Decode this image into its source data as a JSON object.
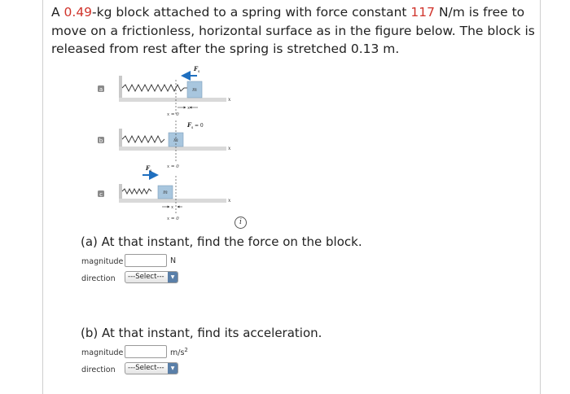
{
  "problem": {
    "t1": "A ",
    "mass": "0.49",
    "t2": "-kg block attached to a spring with force constant ",
    "k": "117",
    "t3": " N/m is free to move on a frictionless, horizontal surface as in the figure below. The block is released from rest after the spring is stretched 0.13 m."
  },
  "figure": {
    "panel_a": "a",
    "panel_b": "b",
    "panel_c": "c",
    "block_label": "m",
    "x_axis": "x",
    "x_eq_0": "x = 0",
    "force_label": "F",
    "force_sub": "s",
    "force_zero": "= 0"
  },
  "info_icon": "i",
  "part_a": {
    "question": "(a) At that instant, find the force on the block.",
    "magnitude_label": "magnitude",
    "magnitude_value": "",
    "unit": "N",
    "direction_label": "direction",
    "select_value": "---Select---"
  },
  "part_b": {
    "question": "(b) At that instant, find its acceleration.",
    "magnitude_label": "magnitude",
    "magnitude_value": "",
    "unit": "m/s",
    "unit_sup": "2",
    "direction_label": "direction",
    "select_value": "---Select---"
  },
  "colors": {
    "highlight": "#d0342c",
    "force_arrow": "#1f6fbf",
    "block": "#a8c6de",
    "ground": "#d9d9d9"
  }
}
